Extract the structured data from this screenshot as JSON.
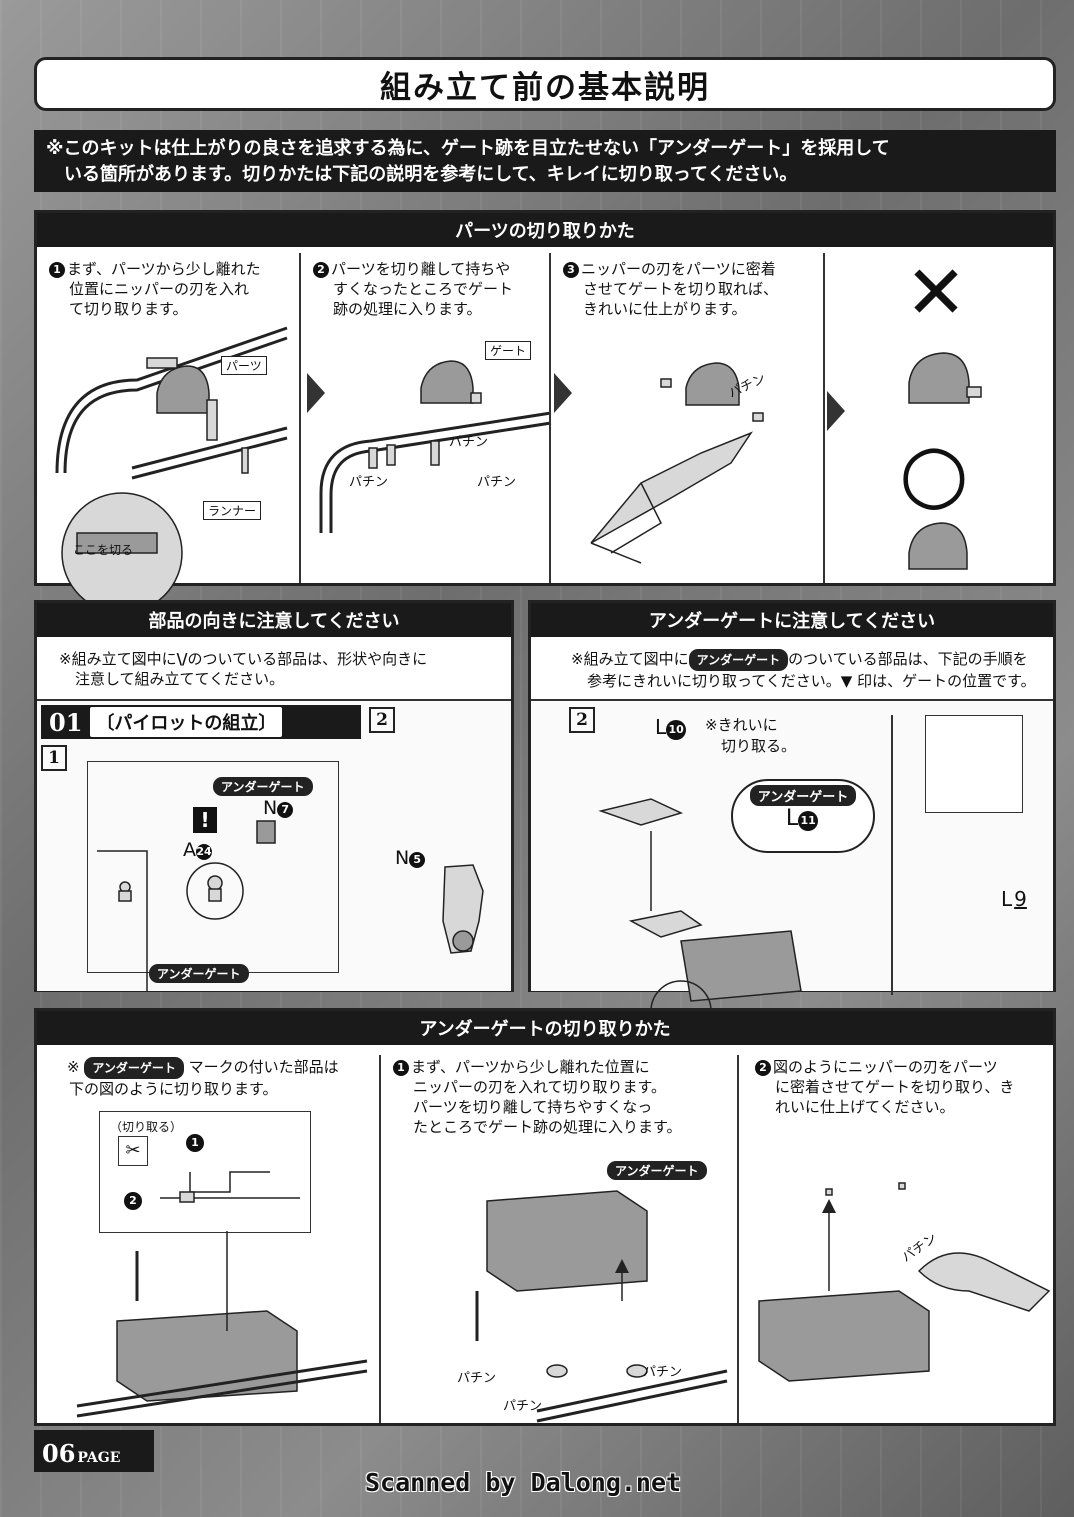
{
  "page_title": "組み立て前の基本説明",
  "notice": {
    "line1": "※このキットは仕上がりの良さを追求する為に、ゲート跡を目立たせない「アンダーゲート」を採用して",
    "line2": "いる箇所があります。切りかたは下記の説明を参考にして、キレイに切り取ってください。"
  },
  "section1": {
    "header": "パーツの切り取りかた",
    "step1": {
      "num": "1",
      "l1": "まず、パーツから少し離れた",
      "l2": "位置にニッパーの刃を入れ",
      "l3": "て切り取ります。"
    },
    "step2": {
      "num": "2",
      "l1": "パーツを切り離して持ちや",
      "l2": "すくなったところでゲート",
      "l3": "跡の処理に入ります。"
    },
    "step3": {
      "num": "3",
      "l1": "ニッパーの刃をパーツに密着",
      "l2": "させてゲートを切り取れば、",
      "l3": "きれいに仕上がります。"
    },
    "labels": {
      "parts": "パーツ",
      "runner": "ランナー",
      "gate": "ゲート",
      "parts_zoom": "パーツ",
      "cut_here": "ここを切る",
      "snip1": "パチン",
      "snip2": "パチン",
      "snip3": "パチン",
      "snip4": "パチン"
    },
    "bad_mark": "✕",
    "good_mark": "○"
  },
  "section2": {
    "header": "部品の向きに注意してください",
    "text_l1_a": "※組み立て図中に",
    "text_l1_b": "のついている部品は、形状や向きに",
    "text_l2": "注意して組み立ててください。",
    "step_no": "01",
    "step_title": "〔パイロットの組立〕",
    "sub1": "1",
    "sub2": "2",
    "tag_under": "アンダーゲート",
    "tag_under2": "アンダーゲート",
    "part_n7": "N",
    "part_n7_num": "7",
    "part_a": "A",
    "part_a_num": "24",
    "part_n5": "N",
    "part_n5_num": "5",
    "warn_mark": "!"
  },
  "section3": {
    "header": "アンダーゲートに注意してください",
    "text_l1_a": "※組み立て図中に",
    "tag": "アンダーゲート",
    "text_l1_b": "のついている部品は、下記の手順を",
    "text_l2": "参考にきれいに切り取ってください。▼ 印は、ゲートの位置です。",
    "sub2": "2",
    "l10": "L",
    "l10_num": "10",
    "note_l1": "※きれいに",
    "note_l2": "切り取る。",
    "tag_under": "アンダーゲート",
    "l11": "L",
    "l11_num": "11",
    "l9": "L",
    "l9_num": "9"
  },
  "section4": {
    "header": "アンダーゲートの切り取りかた",
    "col1": {
      "pre": "※",
      "tag": "アンダーゲート",
      "l1": "マークの付いた部品は",
      "l2": "下の図のように切り取ります。",
      "cut_label": "（切り取る）",
      "n1": "1",
      "n2": "2"
    },
    "col2": {
      "num": "1",
      "l1": "まず、パーツから少し離れた位置に",
      "l2": "ニッパーの刃を入れて切り取ります。",
      "l3": "パーツを切り離して持ちやすくなっ",
      "l4": "たところでゲート跡の処理に入ります。",
      "tag": "アンダーゲート",
      "snip1": "パチン",
      "snip2": "パチン",
      "snip3": "パチン"
    },
    "col3": {
      "num": "2",
      "l1": "図のようにニッパーの刃をパーツ",
      "l2": "に密着させてゲートを切り取り、き",
      "l3": "れいに仕上げてください。",
      "snip": "パチン"
    }
  },
  "footer": {
    "page_num": "06",
    "page_word": "PAGE",
    "scan_credit": "Scanned by Dalong.net"
  }
}
